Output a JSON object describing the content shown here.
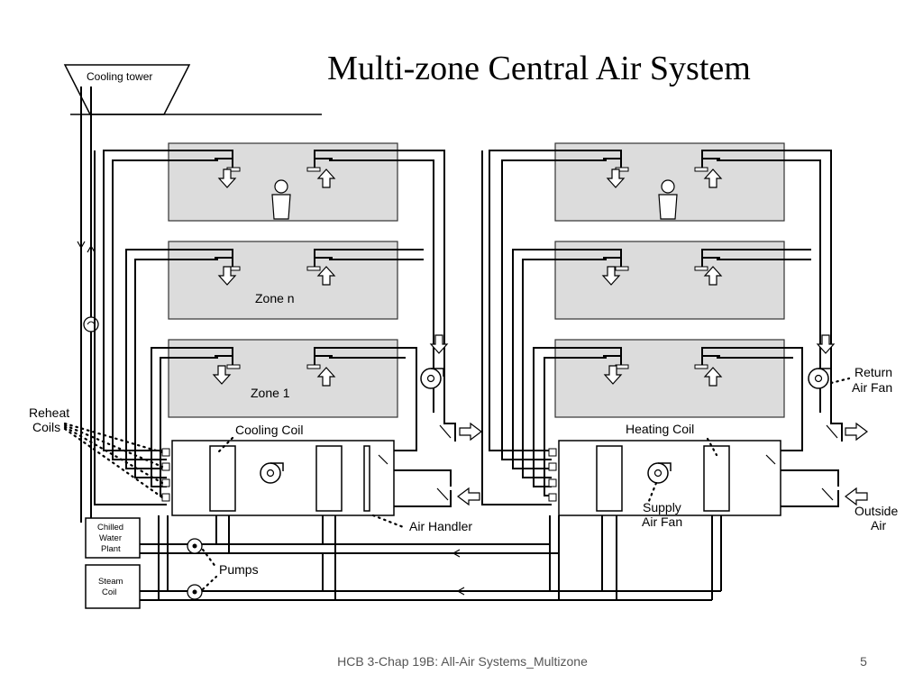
{
  "slide": {
    "title": "Multi-zone Central Air System",
    "footer": "HCB 3-Chap 19B: All-Air Systems_Multizone",
    "page_number": "5"
  },
  "labels": {
    "cooling_tower": "Cooling tower",
    "zone_n": "Zone n",
    "zone_1": "Zone 1",
    "reheat_coils": [
      "Reheat",
      "Coils"
    ],
    "cooling_coil": "Cooling Coil",
    "heating_coil": "Heating Coil",
    "return_air_fan": [
      "Return",
      "Air Fan"
    ],
    "outside_air": [
      "Outside",
      "Air"
    ],
    "air_handler": "Air Handler",
    "supply_air_fan": [
      "Supply",
      "Air Fan"
    ],
    "pumps": "Pumps",
    "chilled_water_plant": [
      "Chilled",
      "Water",
      "Plant"
    ],
    "steam_coil": [
      "Steam",
      "Coil"
    ]
  }
}
